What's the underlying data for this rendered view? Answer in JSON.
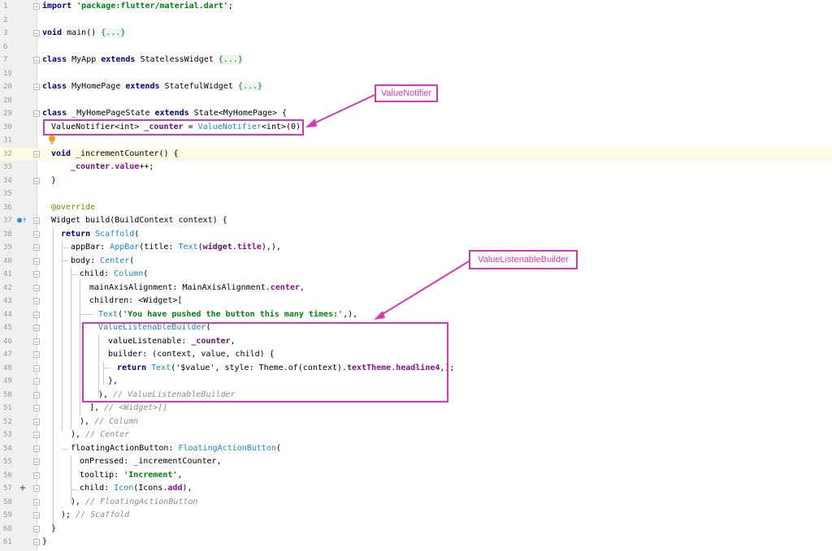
{
  "editor": {
    "lines": [
      {
        "n": "1"
      },
      {
        "n": "2"
      },
      {
        "n": "3"
      },
      {
        "n": "6"
      },
      {
        "n": "7"
      },
      {
        "n": "19"
      },
      {
        "n": "20"
      },
      {
        "n": "28"
      },
      {
        "n": "29"
      },
      {
        "n": "30"
      },
      {
        "n": "31"
      },
      {
        "n": "32"
      },
      {
        "n": "33"
      },
      {
        "n": "34"
      },
      {
        "n": "35"
      },
      {
        "n": "36"
      },
      {
        "n": "37"
      },
      {
        "n": "38"
      },
      {
        "n": "39"
      },
      {
        "n": "40"
      },
      {
        "n": "41"
      },
      {
        "n": "42"
      },
      {
        "n": "43"
      },
      {
        "n": "44"
      },
      {
        "n": "45"
      },
      {
        "n": "46"
      },
      {
        "n": "47"
      },
      {
        "n": "48"
      },
      {
        "n": "49"
      },
      {
        "n": "50"
      },
      {
        "n": "51"
      },
      {
        "n": "52"
      },
      {
        "n": "53"
      },
      {
        "n": "54"
      },
      {
        "n": "55"
      },
      {
        "n": "56"
      },
      {
        "n": "57"
      },
      {
        "n": "58"
      },
      {
        "n": "59"
      },
      {
        "n": "60"
      },
      {
        "n": "61"
      }
    ],
    "code": {
      "l1": {
        "kw": "import",
        "str": "'package:flutter/material.dart'",
        "end": ";"
      },
      "l3": {
        "kw": "void",
        "name": " main() ",
        "fold": "{...}"
      },
      "l7": {
        "kw": "class",
        "name": " MyApp ",
        "kw2": "extends",
        "name2": " StatelessWidget ",
        "fold": "{...}"
      },
      "l20": {
        "kw": "class",
        "name": " MyHomePage ",
        "kw2": "extends",
        "name2": " StatefulWidget ",
        "fold": "{...}"
      },
      "l29": {
        "kw": "class",
        "name": " _MyHomePageState ",
        "kw2": "extends",
        "name2": " State<MyHomePage> {"
      },
      "l30": {
        "a": "ValueNotifier<int> ",
        "fld": "_counter",
        "b": " = ",
        "cls": "ValueNotifier",
        "c": "<int>(0);"
      },
      "l32": {
        "kw": "void",
        "name": " _incrementCounter() {"
      },
      "l33": {
        "fld": "_counter",
        "dot": ".",
        "prop": "value",
        "rest": "++;"
      },
      "l34": {
        "t": "}"
      },
      "l36": {
        "ann": "@override"
      },
      "l37": {
        "t": "Widget build(BuildContext context) {"
      },
      "l38": {
        "kw": "return",
        "cls": " Scaffold",
        "t": "("
      },
      "l39": {
        "a": "appBar: ",
        "cls": "AppBar",
        "b": "(title: ",
        "cls2": "Text",
        "c": "(",
        "fld": "widget",
        "d": ".",
        "prop": "title",
        "e": "),),"
      },
      "l40": {
        "a": "body: ",
        "cls": "Center",
        "b": "("
      },
      "l41": {
        "a": "child: ",
        "cls": "Column",
        "b": "("
      },
      "l42": {
        "a": "mainAxisAlignment: MainAxisAlignment.",
        "prop": "center",
        "b": ","
      },
      "l43": {
        "t": "children: <Widget>["
      },
      "l44": {
        "cls": "Text",
        "a": "(",
        "str": "'You have pushed the button this many times:'",
        "b": ",),"
      },
      "l45": {
        "cls": "ValueListenableBuilder",
        "a": "("
      },
      "l46": {
        "a": "valueListenable: ",
        "fld": "_counter",
        "b": ","
      },
      "l47": {
        "t": "builder: (context, value, child) {"
      },
      "l48": {
        "kw": "return",
        "cls": " Text",
        "a": "('$value', style: Theme.of(context).",
        "prop": "textTheme",
        "b": ".",
        "prop2": "headline4",
        "c": ",);"
      },
      "l49": {
        "t": "},"
      },
      "l50": {
        "a": "), ",
        "cm": "// ValueListenableBuilder"
      },
      "l51": {
        "a": "], ",
        "cm": "// <Widget>[]"
      },
      "l52": {
        "a": "), ",
        "cm": "// Column"
      },
      "l53": {
        "a": "), ",
        "cm": "// Center"
      },
      "l54": {
        "a": "floatingActionButton: ",
        "cls": "FloatingActionButton",
        "b": "("
      },
      "l55": {
        "t": "onPressed: _incrementCounter,"
      },
      "l56": {
        "a": "tooltip: ",
        "str": "'Increment'",
        "b": ","
      },
      "l57": {
        "a": "child: ",
        "cls": "Icon",
        "b": "(Icons.",
        "prop": "add",
        "c": "),"
      },
      "l58": {
        "a": "), ",
        "cm": "// FloatingActionButton"
      },
      "l59": {
        "a": "); ",
        "cm": "// Scaffold"
      },
      "l60": {
        "t": "}"
      },
      "l61": {
        "t": "}"
      }
    }
  },
  "annotations": {
    "value_notifier_label": "ValueNotifier",
    "value_listenable_builder_label": "ValueListenableBuilder",
    "color": "#d63ab3"
  },
  "icons": [
    "lightbulb-icon",
    "override-marker-icon",
    "add-icon",
    "fold-icon"
  ]
}
